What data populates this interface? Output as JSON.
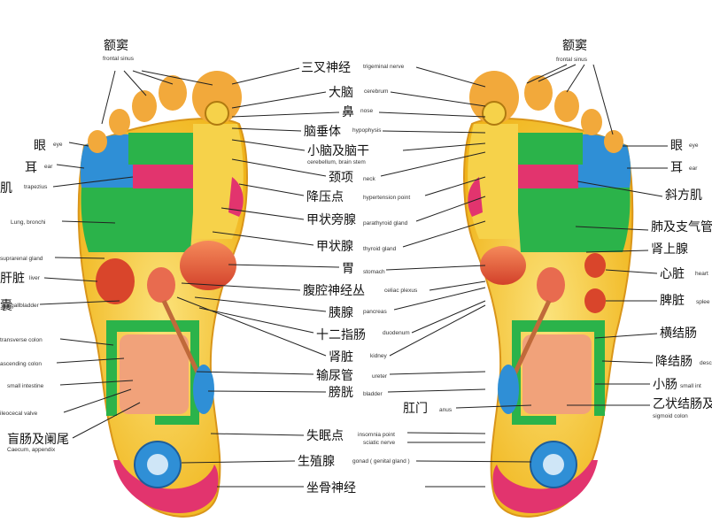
{
  "left_labels": [
    {
      "zh": "额窦",
      "en": "frontal sinus"
    },
    {
      "zh": "眼",
      "en": "eye"
    },
    {
      "zh": "耳",
      "en": "ear"
    },
    {
      "zh": "肌",
      "en": "trapezius"
    },
    {
      "zh": "",
      "en": "Lung, bronchi"
    },
    {
      "zh": "",
      "en": "suprarenal gland"
    },
    {
      "zh": "肝脏",
      "en": "liver"
    },
    {
      "zh": "囊",
      "en": "gallbladder"
    },
    {
      "zh": "",
      "en": "transverse colon"
    },
    {
      "zh": "",
      "en": "ascending colon"
    },
    {
      "zh": "",
      "en": "small intestine"
    },
    {
      "zh": "",
      "en": "ileocecal valve"
    },
    {
      "zh": "盲肠及阑尾",
      "en": "Caecum, appendix"
    }
  ],
  "center_labels": [
    {
      "zh": "三叉神经",
      "en": "trigeminal nerve"
    },
    {
      "zh": "大脑",
      "en": "cerebrum"
    },
    {
      "zh": "鼻",
      "en": "nose"
    },
    {
      "zh": "脑垂体",
      "en": "hypophysis"
    },
    {
      "zh": "小脑及脑干",
      "en": "cerebellum, brain stem"
    },
    {
      "zh": "颈项",
      "en": "neck"
    },
    {
      "zh": "降压点",
      "en": "hypertension point"
    },
    {
      "zh": "甲状旁腺",
      "en": "parathyroid gland"
    },
    {
      "zh": "甲状腺",
      "en": "thyroid gland"
    },
    {
      "zh": "胃",
      "en": "stomach"
    },
    {
      "zh": "腹腔神经丛",
      "en": "celiac plexus"
    },
    {
      "zh": "胰腺",
      "en": "pancreas"
    },
    {
      "zh": "十二指肠",
      "en": "duodenum"
    },
    {
      "zh": "肾脏",
      "en": "kidney"
    },
    {
      "zh": "输尿管",
      "en": "ureter"
    },
    {
      "zh": "膀胱",
      "en": "bladder"
    },
    {
      "zh": "肛门",
      "en": "anus"
    },
    {
      "zh": "失眠点",
      "en": "insomnia point"
    },
    {
      "zh": "",
      "en": "sciatic nerve"
    },
    {
      "zh": "生殖腺",
      "en": "gonad ( genital gland )"
    },
    {
      "zh": "坐骨神经",
      "en": ""
    }
  ],
  "right_labels": [
    {
      "zh": "额窦",
      "en": "frontal sinus"
    },
    {
      "zh": "眼",
      "en": "eye"
    },
    {
      "zh": "耳",
      "en": "ear"
    },
    {
      "zh": "斜方肌",
      "en": ""
    },
    {
      "zh": "肺及支气管",
      "en": ""
    },
    {
      "zh": "肾上腺",
      "en": ""
    },
    {
      "zh": "心脏",
      "en": "heart"
    },
    {
      "zh": "脾脏",
      "en": "splee"
    },
    {
      "zh": "横结肠",
      "en": ""
    },
    {
      "zh": "降结肠",
      "en": "desc"
    },
    {
      "zh": "小肠",
      "en": "small int"
    },
    {
      "zh": "乙状结肠及",
      "en": "sigmoid colon"
    }
  ],
  "colors": {
    "sole_yellow": "#f4c21c",
    "toe_orange": "#f2a93b",
    "green": "#2bb34a",
    "blue": "#2f8fd6",
    "pink": "#e2346e",
    "red_organ": "#d9452b",
    "flesh": "#f1a27a"
  }
}
